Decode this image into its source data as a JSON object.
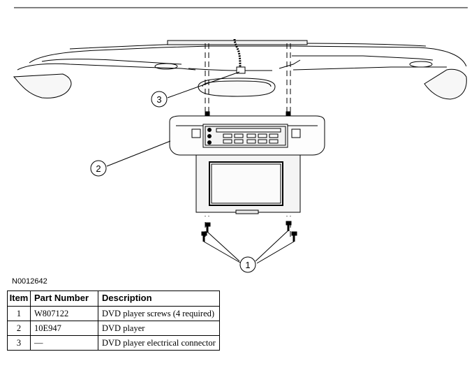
{
  "figure_id": "N0012642",
  "callouts": [
    {
      "number": "1",
      "target": "DVD player screws"
    },
    {
      "number": "2",
      "target": "DVD player"
    },
    {
      "number": "3",
      "target": "DVD player electrical connector"
    }
  ],
  "table": {
    "headers": {
      "item": "Item",
      "part_number": "Part Number",
      "description": "Description"
    },
    "rows": [
      {
        "item": "1",
        "part_number": "W807122",
        "description": "DVD player screws (4 required)"
      },
      {
        "item": "2",
        "part_number": "10E947",
        "description": "DVD player"
      },
      {
        "item": "3",
        "part_number": "—",
        "description": "DVD player electrical connector"
      }
    ]
  }
}
